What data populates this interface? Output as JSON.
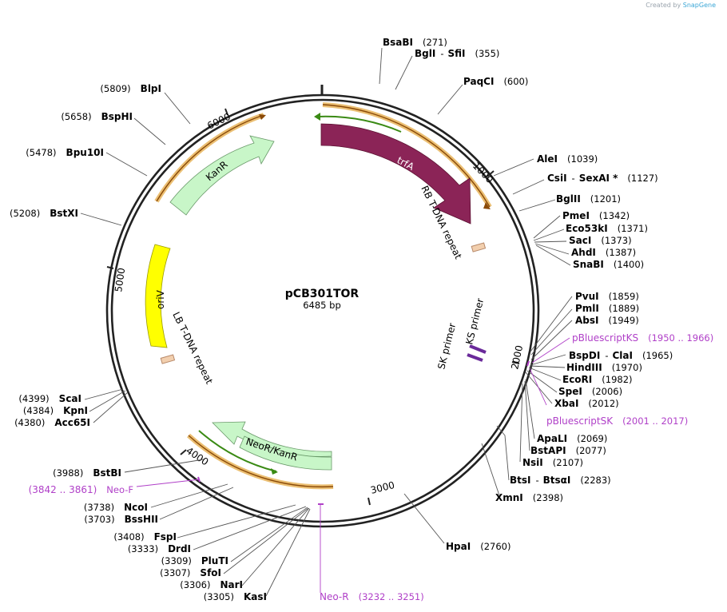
{
  "credit": {
    "prefix": "Created by",
    "brand": "SnapGene"
  },
  "plasmid": {
    "name": "pCB301TOR",
    "length_label": "6485 bp",
    "length": 6485
  },
  "ticks": [
    "1000",
    "2000",
    "3000",
    "4000",
    "5000",
    "6000"
  ],
  "sites": [
    {
      "name": "BsaBI",
      "pos": "(271)"
    },
    {
      "name": "BglI",
      "sep": "-",
      "name2": "SfiI",
      "pos": "(355)"
    },
    {
      "name": "PaqCI",
      "pos": "(600)"
    },
    {
      "name": "AleI",
      "pos": "(1039)"
    },
    {
      "name": "CsiI",
      "sep": "-",
      "name2": "SexAI *",
      "pos": "(1127)"
    },
    {
      "name": "BglII",
      "pos": "(1201)"
    },
    {
      "name": "PmeI",
      "pos": "(1342)"
    },
    {
      "name": "Eco53kI",
      "pos": "(1371)"
    },
    {
      "name": "SacI",
      "pos": "(1373)"
    },
    {
      "name": "AhdI",
      "pos": "(1387)"
    },
    {
      "name": "SnaBI",
      "pos": "(1400)"
    },
    {
      "name": "PvuI",
      "pos": "(1859)"
    },
    {
      "name": "PmlI",
      "pos": "(1889)"
    },
    {
      "name": "AbsI",
      "pos": "(1949)"
    },
    {
      "name": "BspDI",
      "sep": "-",
      "name2": "ClaI",
      "pos": "(1965)"
    },
    {
      "name": "HindIII",
      "pos": "(1970)"
    },
    {
      "name": "EcoRI",
      "pos": "(1982)"
    },
    {
      "name": "SpeI",
      "pos": "(2006)"
    },
    {
      "name": "XbaI",
      "pos": "(2012)"
    },
    {
      "name": "ApaLI",
      "pos": "(2069)"
    },
    {
      "name": "BstAPI",
      "pos": "(2077)"
    },
    {
      "name": "NsiI",
      "pos": "(2107)"
    },
    {
      "name": "BtsI",
      "sep": "-",
      "name2": "BtsαI",
      "pos": "(2283)"
    },
    {
      "name": "XmnI",
      "pos": "(2398)"
    },
    {
      "name": "HpaI",
      "pos": "(2760)"
    },
    {
      "name": "KasI",
      "pos": "(3305)"
    },
    {
      "name": "NarI",
      "pos": "(3306)"
    },
    {
      "name": "SfoI",
      "pos": "(3307)"
    },
    {
      "name": "PluTI",
      "pos": "(3309)"
    },
    {
      "name": "DrdI",
      "pos": "(3333)"
    },
    {
      "name": "FspI",
      "pos": "(3408)"
    },
    {
      "name": "BssHII",
      "pos": "(3703)"
    },
    {
      "name": "NcoI",
      "pos": "(3738)"
    },
    {
      "name": "BstBI",
      "pos": "(3988)"
    },
    {
      "name": "Acc65I",
      "pos": "(4380)"
    },
    {
      "name": "KpnI",
      "pos": "(4384)"
    },
    {
      "name": "ScaI",
      "pos": "(4399)"
    },
    {
      "name": "BstXI",
      "pos": "(5208)"
    },
    {
      "name": "Bpu10I",
      "pos": "(5478)"
    },
    {
      "name": "BspHI",
      "pos": "(5658)"
    },
    {
      "name": "BlpI",
      "pos": "(5809)"
    }
  ],
  "primers": [
    {
      "name": "pBluescriptKS",
      "range": "(1950 .. 1966)"
    },
    {
      "name": "pBluescriptSK",
      "range": "(2001 .. 2017)"
    },
    {
      "name": "Neo-R",
      "range": "(3232 .. 3251)"
    },
    {
      "name": "Neo-F",
      "range": "(3842 .. 3861)"
    }
  ],
  "features": {
    "trfA": "trfA",
    "KanR": "KanR",
    "NeoR_KanR": "NeoR/KanR",
    "oriV": "oriV",
    "RB": "RB T-DNA repeat",
    "LB": "LB T-DNA repeat",
    "SK": "SK primer",
    "KS": "KS primer"
  },
  "colors": {
    "trfA": "#8b2457",
    "kanr": "#c8f6c8",
    "oriV": "#ffff00",
    "orf_orange": "#e8b45a",
    "orf_dark": "#8a4a08",
    "green_line": "#3a8a14",
    "primer": "#b040c8",
    "repeat": "#f2cfae"
  }
}
